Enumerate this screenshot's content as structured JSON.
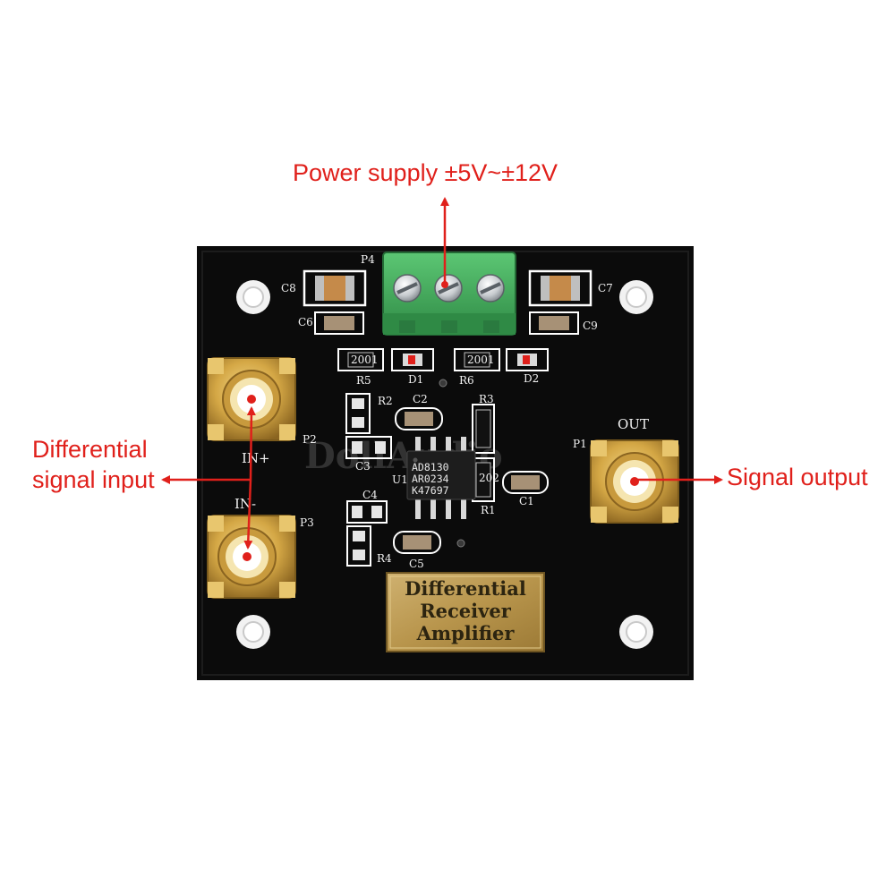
{
  "callouts": {
    "power": "Power supply ±5V~±12V",
    "differential_line1": "Differential",
    "differential_line2": "signal input",
    "output": "Signal output"
  },
  "board": {
    "watermark": "DollAudio",
    "silkscreen": {
      "p4": "P4",
      "c8": "C8",
      "c6": "C6",
      "c7": "C7",
      "c9": "C9",
      "r5": "R5",
      "d1": "D1",
      "r6": "R6",
      "d2": "D2",
      "r2": "R2",
      "r3": "R3",
      "c2": "C2",
      "p2": "P2",
      "p1": "P1",
      "c3": "C3",
      "u1": "U1",
      "c1": "C1",
      "r1": "R1",
      "c4": "C4",
      "r4": "R4",
      "c5": "C5",
      "p3": "P3",
      "in_plus": "IN+",
      "in_minus": "IN-",
      "out": "OUT",
      "res_code": "2001",
      "res_code_small": "202"
    },
    "chip": {
      "line1": "AD8130",
      "line2": "AR0234",
      "line3": "K47697"
    },
    "plate": {
      "line1": "Differential",
      "line2": "Receiver",
      "line3": "Amplifier"
    }
  },
  "colors": {
    "annotation": "#e0201b",
    "pcb": "#0b0b0b",
    "terminal": "#3fae5a",
    "gold": "#d4a745"
  }
}
